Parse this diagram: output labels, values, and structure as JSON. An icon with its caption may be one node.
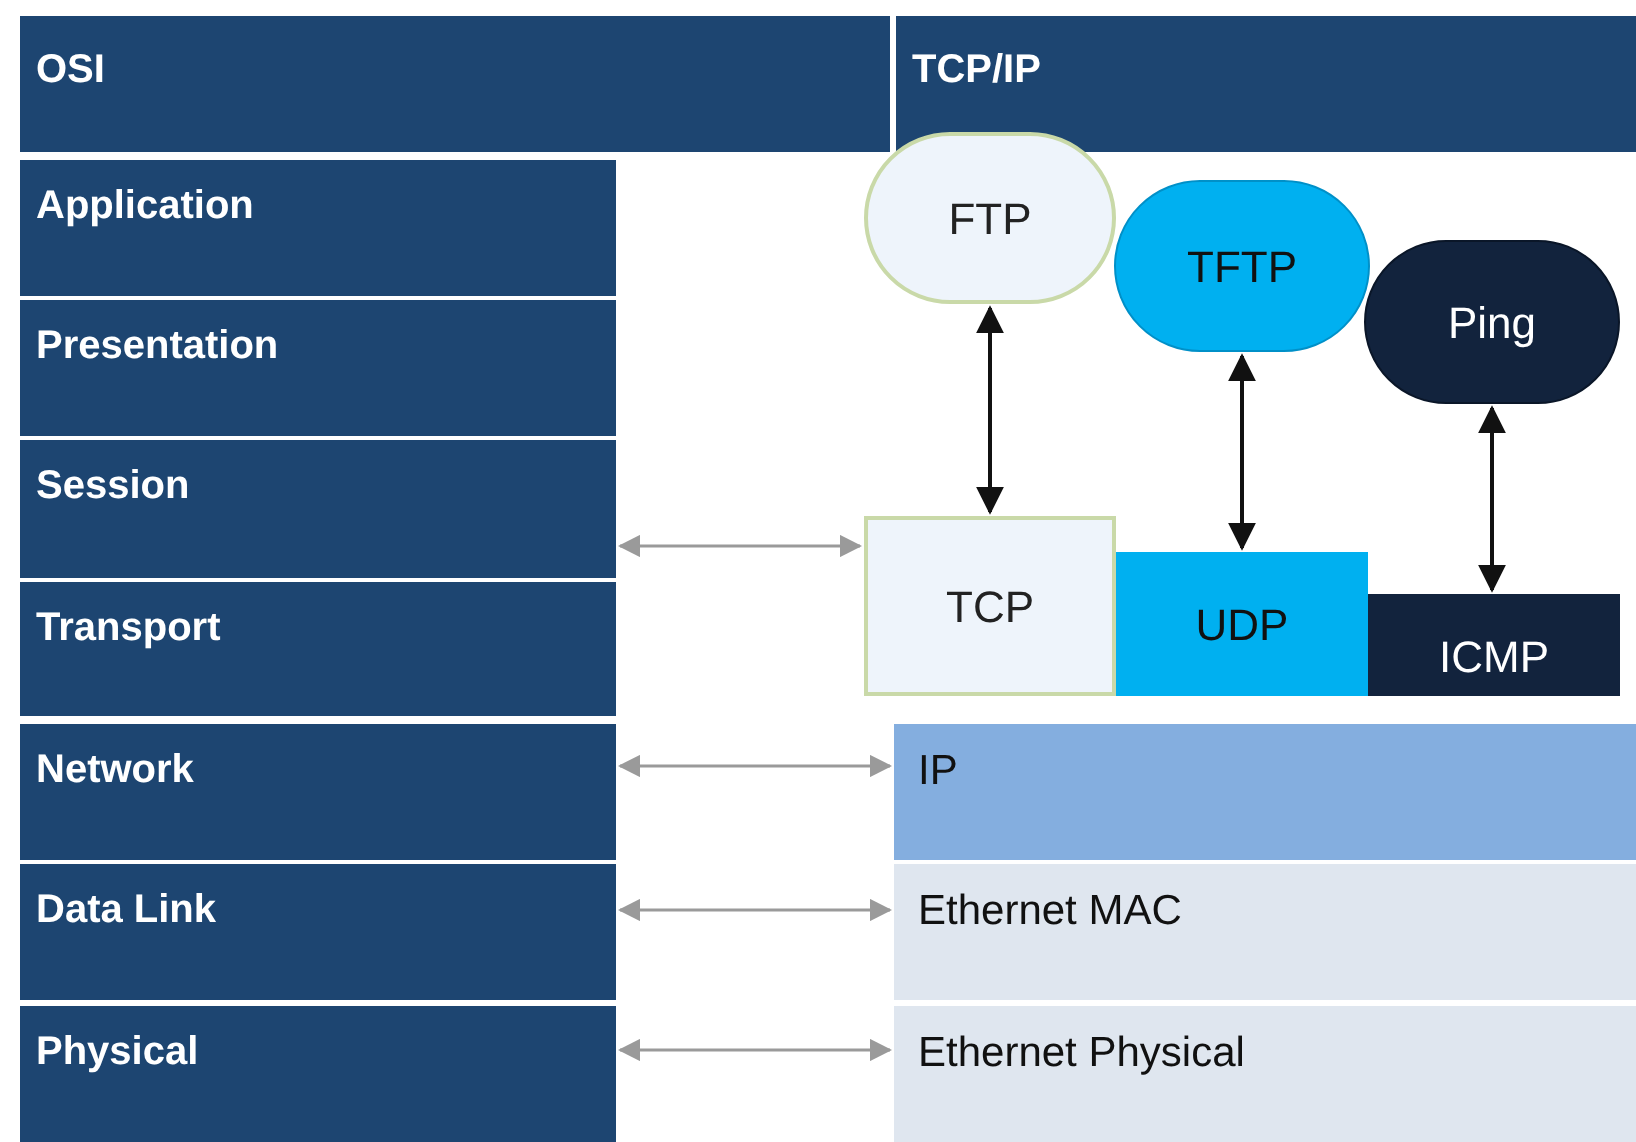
{
  "diagram": {
    "nodes": [
      {
        "text": [
          "OSI"
        ]
      },
      {
        "text": [
          "TCP/IP"
        ]
      },
      {
        "text": [
          "Application"
        ]
      },
      {
        "text": [
          "Presentation"
        ]
      },
      {
        "text": [
          "Session"
        ]
      },
      {
        "text": [
          "Transport"
        ]
      },
      {
        "text": [
          "Network"
        ]
      },
      {
        "text": [
          "Data Link"
        ]
      },
      {
        "text": [
          "Physical"
        ]
      },
      {
        "text": [
          "FTP"
        ]
      },
      {
        "text": [
          "TFTP"
        ]
      },
      {
        "text": [
          "Ping"
        ]
      },
      {
        "text": [
          "TCP"
        ]
      },
      {
        "text": [
          "UDP"
        ]
      },
      {
        "text": [
          "ICMP"
        ]
      },
      {
        "text": [
          "IP"
        ]
      },
      {
        "text": [
          "Ethernet MAC"
        ]
      },
      {
        "text": [
          "Ethernet Physical"
        ]
      }
    ],
    "edges": [
      {
        "from": 9,
        "to": 12,
        "arrow": "both",
        "color": "#111111"
      },
      {
        "from": 10,
        "to": 13,
        "arrow": "both",
        "color": "#111111"
      },
      {
        "from": 11,
        "to": 14,
        "arrow": "both",
        "color": "#111111"
      },
      {
        "from": 4,
        "to": 12,
        "arrow": "both"
      },
      {
        "from": 6,
        "to": 15,
        "arrow": "both"
      },
      {
        "from": 7,
        "to": 16,
        "arrow": "both"
      },
      {
        "from": 8,
        "to": 17,
        "arrow": "both"
      }
    ]
  }
}
